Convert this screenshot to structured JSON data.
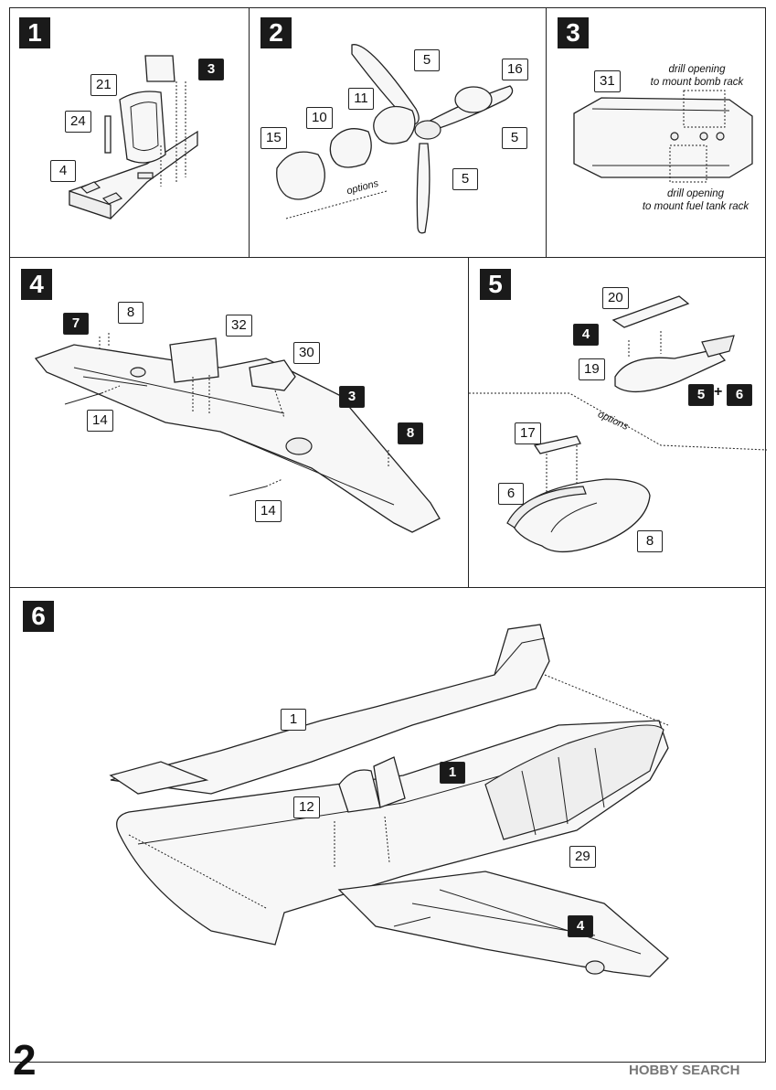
{
  "steps": [
    {
      "number": "1",
      "labels": [
        "3",
        "21",
        "24",
        "4"
      ]
    },
    {
      "number": "2",
      "labels": [
        "5",
        "16",
        "11",
        "10",
        "15",
        "5",
        "5"
      ],
      "options_label": "options"
    },
    {
      "number": "3",
      "labels": [
        "31"
      ],
      "note_top": [
        "drill opening",
        "to mount bomb rack"
      ],
      "note_bottom": [
        "drill opening",
        "to mount fuel tank rack"
      ]
    },
    {
      "number": "4",
      "labels": [
        "7",
        "8",
        "32",
        "30",
        "3",
        "8",
        "14",
        "14"
      ]
    },
    {
      "number": "5",
      "labels": [
        "20",
        "4",
        "19",
        "5",
        "6",
        "17",
        "6",
        "8"
      ],
      "plus": "+",
      "options_label": "options"
    },
    {
      "number": "6",
      "labels": [
        "1",
        "1",
        "12",
        "29",
        "4"
      ]
    }
  ],
  "page_number": "2",
  "watermark": "HOBBY SEARCH",
  "colors": {
    "ink": "#1a1a1a",
    "paper": "#ffffff"
  }
}
